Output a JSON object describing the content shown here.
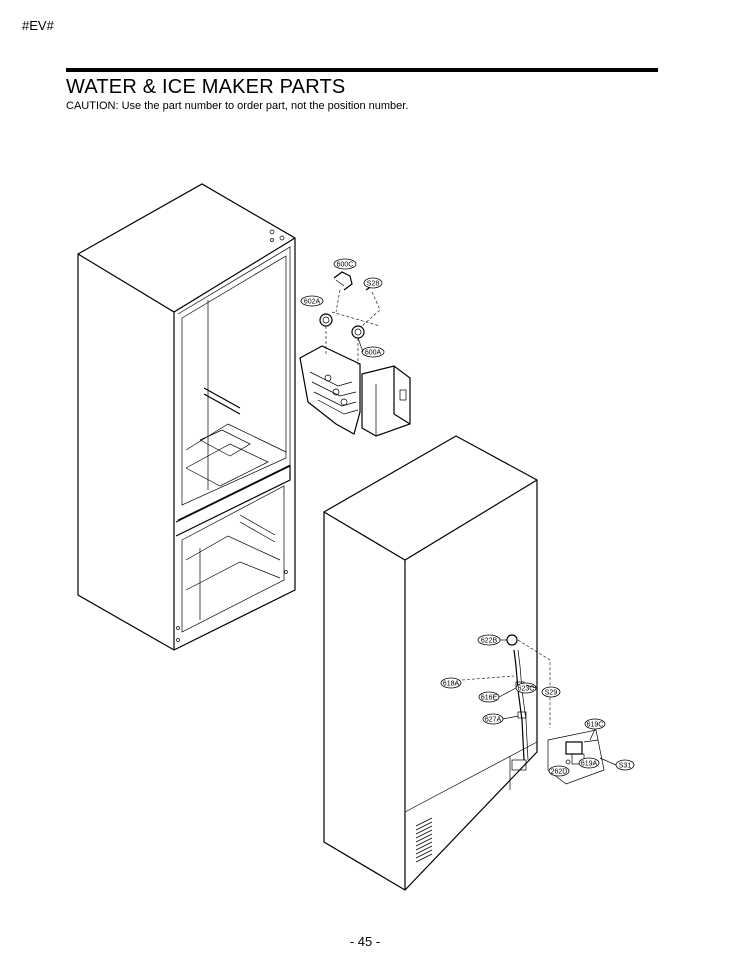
{
  "header": {
    "model_tag": "#EV#",
    "title": "WATER & ICE MAKER PARTS",
    "caution": "CAUTION: Use the part number to order part, not the position number."
  },
  "footer": {
    "page_number": "- 45 -"
  },
  "callouts": {
    "c600C": "600C",
    "cS28": "S28",
    "c602A": "602A",
    "c600A": "600A",
    "c622B": "622B",
    "c618A": "618A",
    "c623C": "623C",
    "cS29": "S29",
    "c616E": "616E",
    "c627A": "627A",
    "c619C": "619C",
    "c619A": "619A",
    "cS31": "S31",
    "c262D": "262D"
  }
}
